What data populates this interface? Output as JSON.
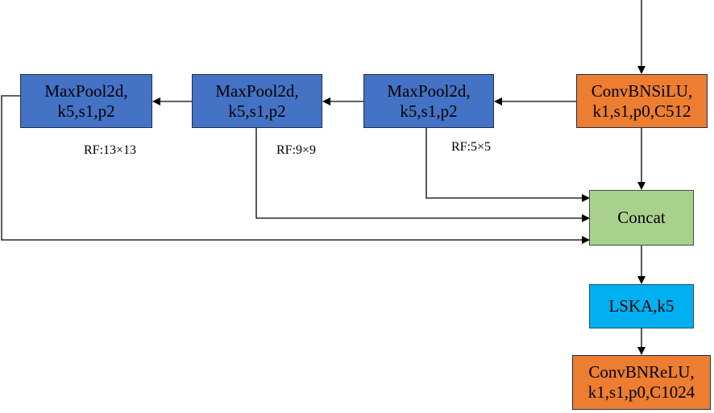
{
  "nodes": {
    "maxpool_3": {
      "line1": "MaxPool2d,",
      "line2": "k5,s1,p2"
    },
    "maxpool_2": {
      "line1": "MaxPool2d,",
      "line2": "k5,s1,p2"
    },
    "maxpool_1": {
      "line1": "MaxPool2d,",
      "line2": "k5,s1,p2"
    },
    "conv_in": {
      "line1": "ConvBNSiLU,",
      "line2": "k1,s1,p0,C512"
    },
    "concat": {
      "line1": "Concat"
    },
    "lska": {
      "line1": "LSKA,k5"
    },
    "conv_out": {
      "line1": "ConvBNReLU,",
      "line2": "k1,s1,p0,C1024"
    }
  },
  "labels": {
    "rf_13": "RF:13×13",
    "rf_9": "RF:9×9",
    "rf_5": "RF:5×5"
  },
  "colors": {
    "maxpool": "#4472c4",
    "conv": "#ed7d31",
    "concat": "#a9d18e",
    "lska": "#00b0f0",
    "edge": "#000000"
  }
}
